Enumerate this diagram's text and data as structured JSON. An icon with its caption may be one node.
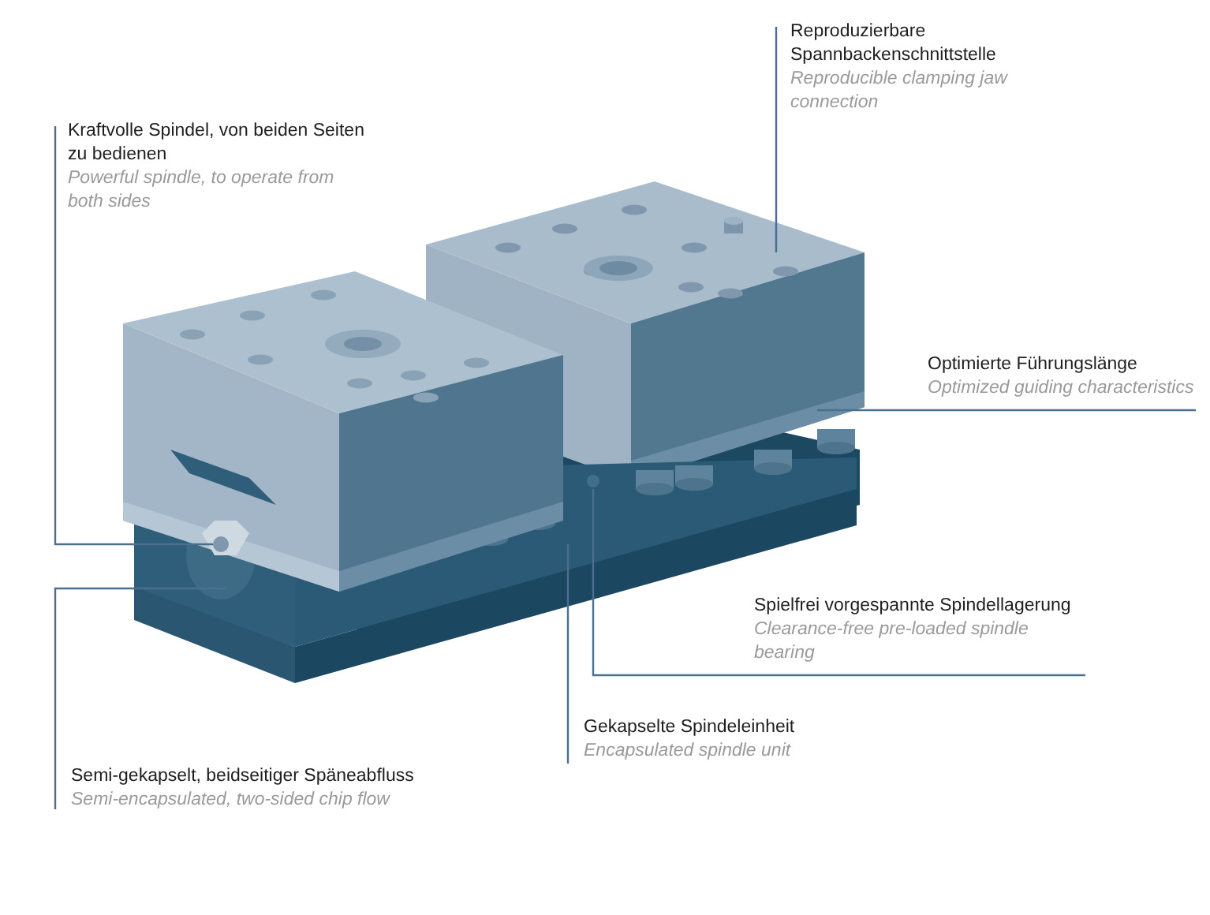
{
  "diagram": {
    "nodes": [
      {
        "text": [
          "Reproduzierbare Spannbackenschnittstelle",
          "Reproducible clamping jaw connection"
        ]
      },
      {
        "text": [
          "Kraftvolle Spindel, von beiden Seiten zu bedienen",
          "Powerful spindle, to operate from both sides"
        ]
      },
      {
        "text": [
          "Optimierte Führungslänge",
          "Optimized guiding characteristics"
        ]
      },
      {
        "text": [
          "Spielfrei vorgespannte Spindellagerung",
          "Clearance-free pre-loaded spindle bearing"
        ]
      },
      {
        "text": [
          "Gekapselte Spindeleinheit",
          "Encapsulated spindle unit"
        ]
      },
      {
        "text": [
          "Semi-gekapselt, beidseitiger Späneabfluss",
          "Semi-encapsulated, two-sided chip flow"
        ]
      }
    ],
    "edges": [
      {
        "from": 0,
        "to": null,
        "arrow": "none"
      },
      {
        "from": 1,
        "to": null,
        "arrow": "none"
      },
      {
        "from": 2,
        "to": null,
        "arrow": "none"
      },
      {
        "from": 3,
        "to": null,
        "arrow": "none"
      },
      {
        "from": 4,
        "to": null,
        "arrow": "none"
      },
      {
        "from": 5,
        "to": null,
        "arrow": "none"
      }
    ]
  }
}
